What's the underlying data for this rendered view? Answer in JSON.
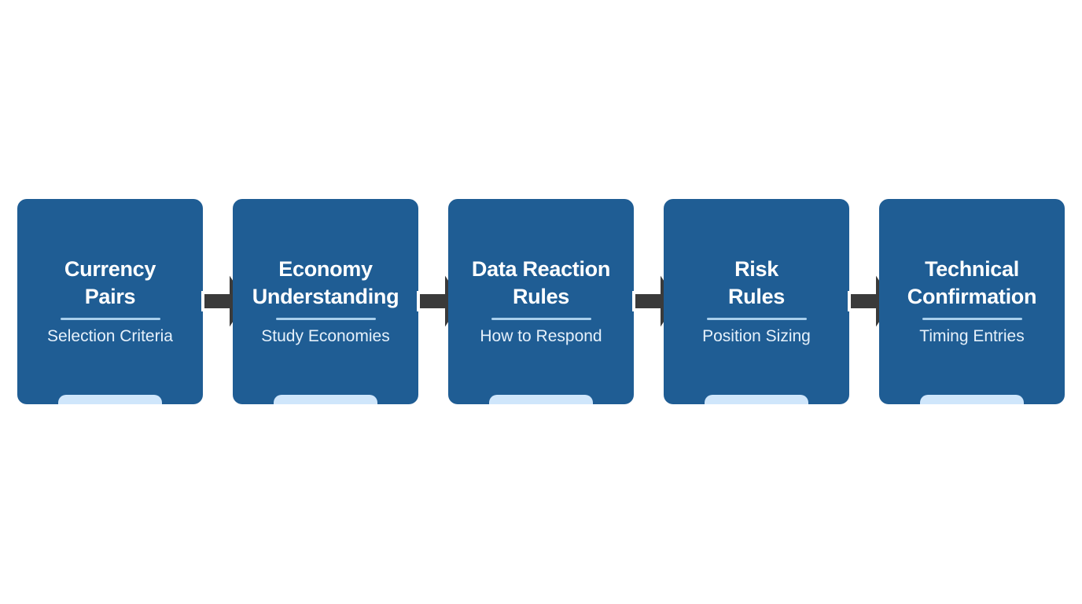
{
  "diagram": {
    "type": "process-flow",
    "direction": "left-to-right",
    "step_count": 5
  },
  "steps": [
    {
      "title_line1": "Currency",
      "title_line2": "Pairs",
      "subtitle": "Selection Criteria"
    },
    {
      "title_line1": "Economy",
      "title_line2": "Understanding",
      "subtitle": "Study Economies"
    },
    {
      "title_line1": "Data Reaction",
      "title_line2": "Rules",
      "subtitle": "How to Respond"
    },
    {
      "title_line1": "Risk",
      "title_line2": "Rules",
      "subtitle": "Position Sizing"
    },
    {
      "title_line1": "Technical",
      "title_line2": "Confirmation",
      "subtitle": "Timing Entries"
    }
  ],
  "colors": {
    "background": "#ffffff",
    "card": "#1f5d94",
    "title_text": "#ffffff",
    "subtitle_text": "#e6f1fb",
    "divider": "#a9cfec",
    "bottom_tab": "#cfe6fb",
    "arrow": "#3a3a3a",
    "arrow_outline": "#ffffff"
  }
}
